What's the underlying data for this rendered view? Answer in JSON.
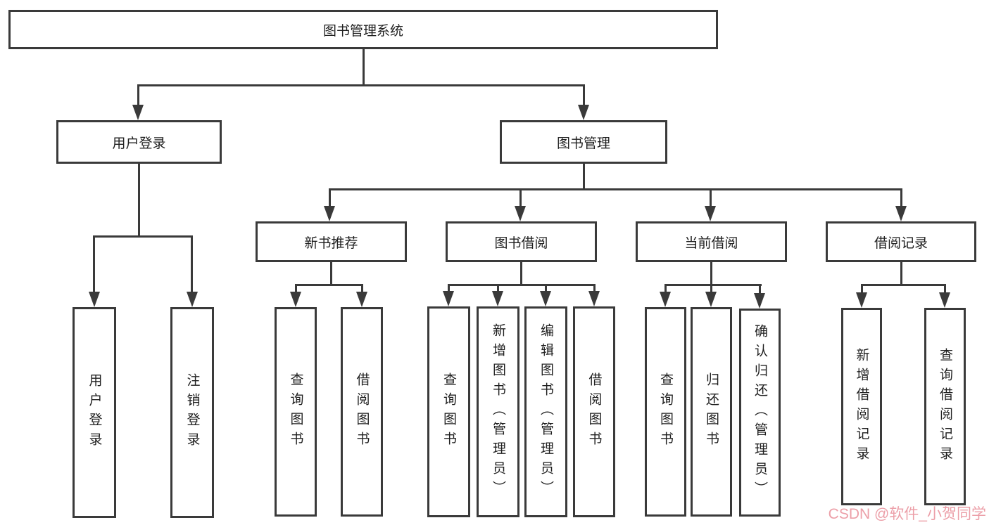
{
  "nodes": {
    "root": "图书管理系统",
    "user_login": "用户登录",
    "book_mgmt": "图书管理",
    "new_book_rec": "新书推荐",
    "book_borrow": "图书借阅",
    "current_borrow": "当前借阅",
    "borrow_record": "借阅记录",
    "ul_login": "用户登录",
    "ul_logout": "注销登录",
    "nbr_query": "查询图书",
    "nbr_borrow": "借阅图书",
    "bb_query": "查询图书",
    "bb_add": "新增图书（管理员）",
    "bb_edit": "编辑图书（管理员）",
    "bb_borrow": "借阅图书",
    "cb_query": "查询图书",
    "cb_return": "归还图书",
    "cb_confirm": "确认归还（管理员）",
    "br_add": "新增借阅记录",
    "br_query": "查询借阅记录"
  },
  "hierarchy": {
    "图书管理系统": {
      "用户登录": [
        "用户登录",
        "注销登录"
      ],
      "图书管理": {
        "新书推荐": [
          "查询图书",
          "借阅图书"
        ],
        "图书借阅": [
          "查询图书",
          "新增图书（管理员）",
          "编辑图书（管理员）",
          "借阅图书"
        ],
        "当前借阅": [
          "查询图书",
          "归还图书",
          "确认归还（管理员）"
        ],
        "借阅记录": [
          "新增借阅记录",
          "查询借阅记录"
        ]
      }
    }
  },
  "watermark": {
    "text": "CSDN @软件_小贺同学",
    "color": "#ec9fa8"
  },
  "colors": {
    "line": "#3a3a3a",
    "text": "#1f1f1f",
    "background": "#ffffff"
  }
}
